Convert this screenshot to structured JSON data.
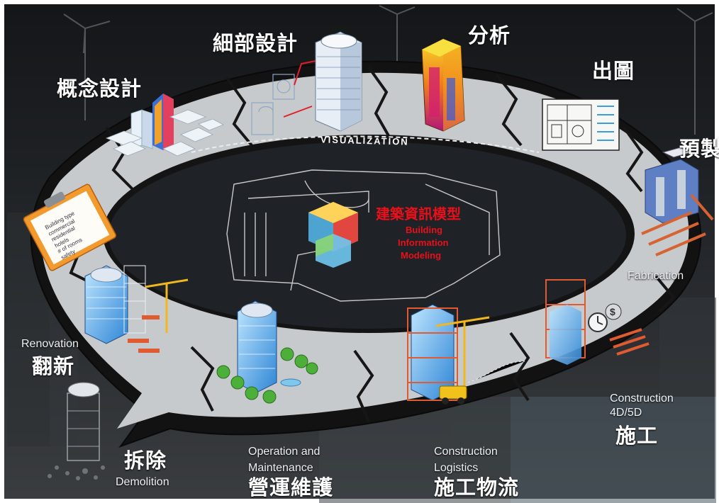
{
  "stages": {
    "concept_design": "概念設計",
    "detailed_design": "細部設計",
    "analysis": "分析",
    "drawings": "出圖",
    "prefab": "預製",
    "fabrication": "Fabrication",
    "construction_en_1": "Construction",
    "construction_en_2": "4D/5D",
    "construction": "施工",
    "logistics_en_1": "Construction",
    "logistics_en_2": "Logistics",
    "logistics": "施工物流",
    "operation_en_1": "Operation and",
    "operation_en_2": "Maintenance",
    "operation": "營運維護",
    "demolition": "拆除",
    "demolition_en": "Demolition",
    "renovation_en": "Renovation",
    "renovation": "翻新"
  },
  "ring_label": "VISUALIZATION",
  "center": {
    "title": "建築資訊模型",
    "line1": "Building",
    "line2": "Information",
    "line3": "Modeling"
  },
  "clipboard_lines": [
    "Building type",
    "commercial",
    "residential",
    "hotels",
    "# of rooms",
    "safety"
  ],
  "colors": {
    "ring": "#c9ccd0",
    "edge": "#151515",
    "accent": "#e8101a",
    "bg": "#2a2d31"
  }
}
